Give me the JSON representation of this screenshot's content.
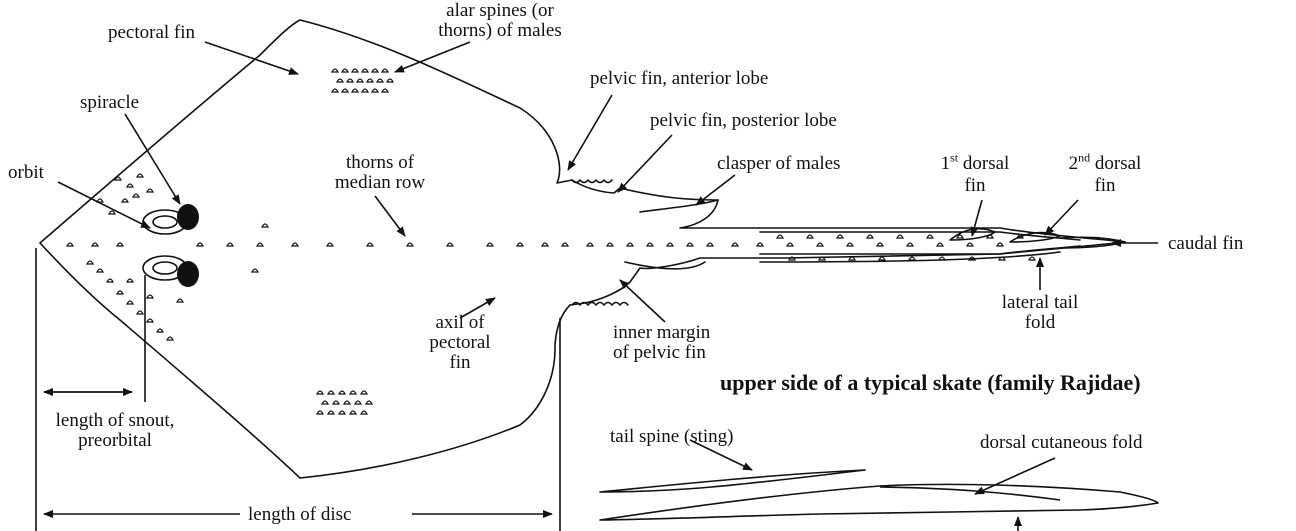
{
  "caption": "upper side of a typical skate (family Rajidae)",
  "labels": {
    "pectoral_fin": "pectoral fin",
    "alar_spines_1": "alar spines (or",
    "alar_spines_2": "thorns) of males",
    "pelvic_anterior": "pelvic fin, anterior lobe",
    "pelvic_posterior": "pelvic fin, posterior lobe",
    "spiracle": "spiracle",
    "thorns_1": "thorns of",
    "thorns_2": "median row",
    "clasper": "clasper of males",
    "dorsal1_num": "1",
    "dorsal1_sup": "st",
    "dorsal1_word": " dorsal",
    "dorsal1_fin": "fin",
    "dorsal2_num": "2",
    "dorsal2_sup": "nd",
    "dorsal2_word": " dorsal",
    "dorsal2_fin": "fin",
    "orbit": "orbit",
    "caudal_fin": "caudal fin",
    "lateral_tail_1": "lateral tail",
    "lateral_tail_2": "fold",
    "axil_1": "axil of",
    "axil_2": "pectoral",
    "axil_3": "fin",
    "inner_margin_1": "inner margin",
    "inner_margin_2": "of pelvic fin",
    "snout_1": "length of snout,",
    "snout_2": "preorbital",
    "tail_spine": "tail spine (sting)",
    "dorsal_cutaneous": "dorsal cutaneous fold",
    "length_disc": "length of disc"
  }
}
